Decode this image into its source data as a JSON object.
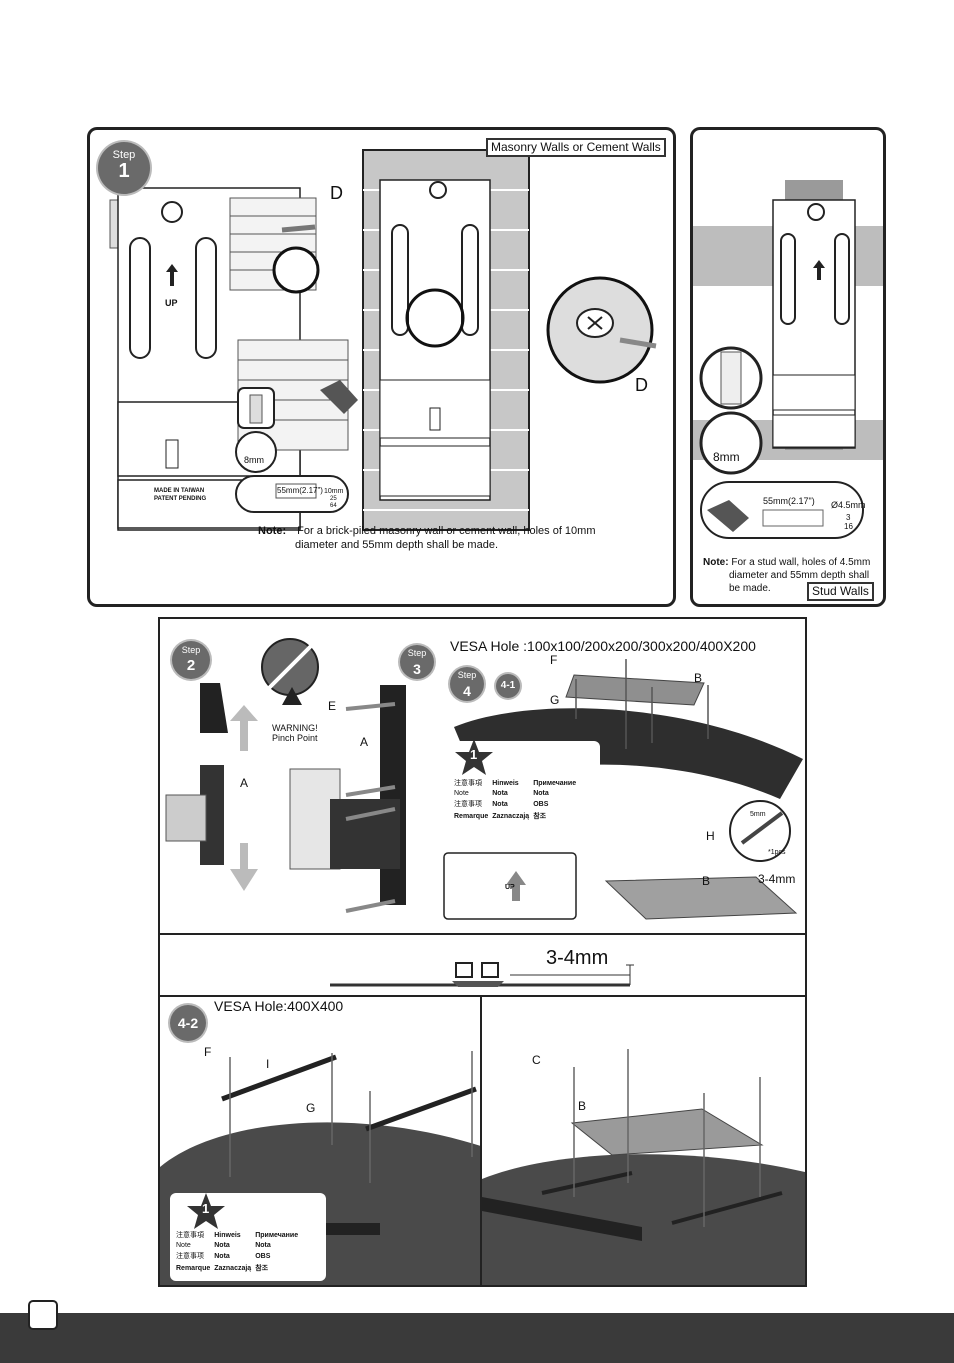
{
  "step1": {
    "badge_label": "Step",
    "badge_number": "1",
    "part_d_top": "D",
    "part_d_bottom": "D",
    "masonry_tag": "Masonry Walls or Cement Walls",
    "wrench_size": "8mm",
    "depth_label": "55mm(2.17\")",
    "diameter_label": "10mm",
    "diameter_frac_num": "25",
    "diameter_frac_den": "64",
    "plate_text_1": "MADE IN TAIWAN",
    "plate_text_2": "PATENT PENDING",
    "plate_up": "UP",
    "note_label": "Note:",
    "note_line1": "For a brick-piled masonry wall or cement wall, holes of 10mm",
    "note_line2": "diameter and 55mm depth shall be made."
  },
  "stud": {
    "wrench_size": "8mm",
    "depth_label": "55mm(2.17\")",
    "diameter_label": "Ø4.5mm",
    "frac_num": "3",
    "frac_den": "16",
    "note_label": "Note:",
    "note_line1": "For a stud wall, holes of 4.5mm",
    "note_line2": "diameter and 55mm depth shall",
    "note_line3": "be made.",
    "tag": "Stud Walls"
  },
  "step2": {
    "badge_label": "Step",
    "badge_number": "2",
    "part_a": "A"
  },
  "warning": {
    "line1": "WARNING!",
    "line2": "Pinch Point"
  },
  "step3": {
    "badge_label": "Step",
    "badge_number": "3",
    "part_e": "E",
    "part_a": "A"
  },
  "step4": {
    "badge_label": "Step",
    "badge_number": "4",
    "sub_badge": "4-1",
    "vesa_title": "VESA  Hole :100x100/200x200/300x200/400X200",
    "part_f": "F",
    "part_g": "G",
    "part_b_top": "B",
    "part_b_bottom": "B",
    "part_h": "H",
    "hex_size": "5mm",
    "hex_count": "*1pcs",
    "gap_label": "3-4mm",
    "plate_up": "UP"
  },
  "notes_box": {
    "number": "1",
    "rows": [
      [
        "注意事項",
        "Hinweis",
        "Примечание"
      ],
      [
        "Note",
        "Nota",
        "Nota"
      ],
      [
        "注意事项",
        "Nota",
        "OBS"
      ],
      [
        "Remarque",
        "Zaznaczają",
        "참조"
      ]
    ]
  },
  "gap_strip": {
    "label": "3-4mm"
  },
  "step42": {
    "badge": "4-2",
    "vesa_title": "VESA  Hole:400X400",
    "part_f": "F",
    "part_i": "I",
    "part_g": "G",
    "part_c": "C",
    "part_b": "B"
  },
  "footer": {
    "color": "#3a3a3a"
  }
}
